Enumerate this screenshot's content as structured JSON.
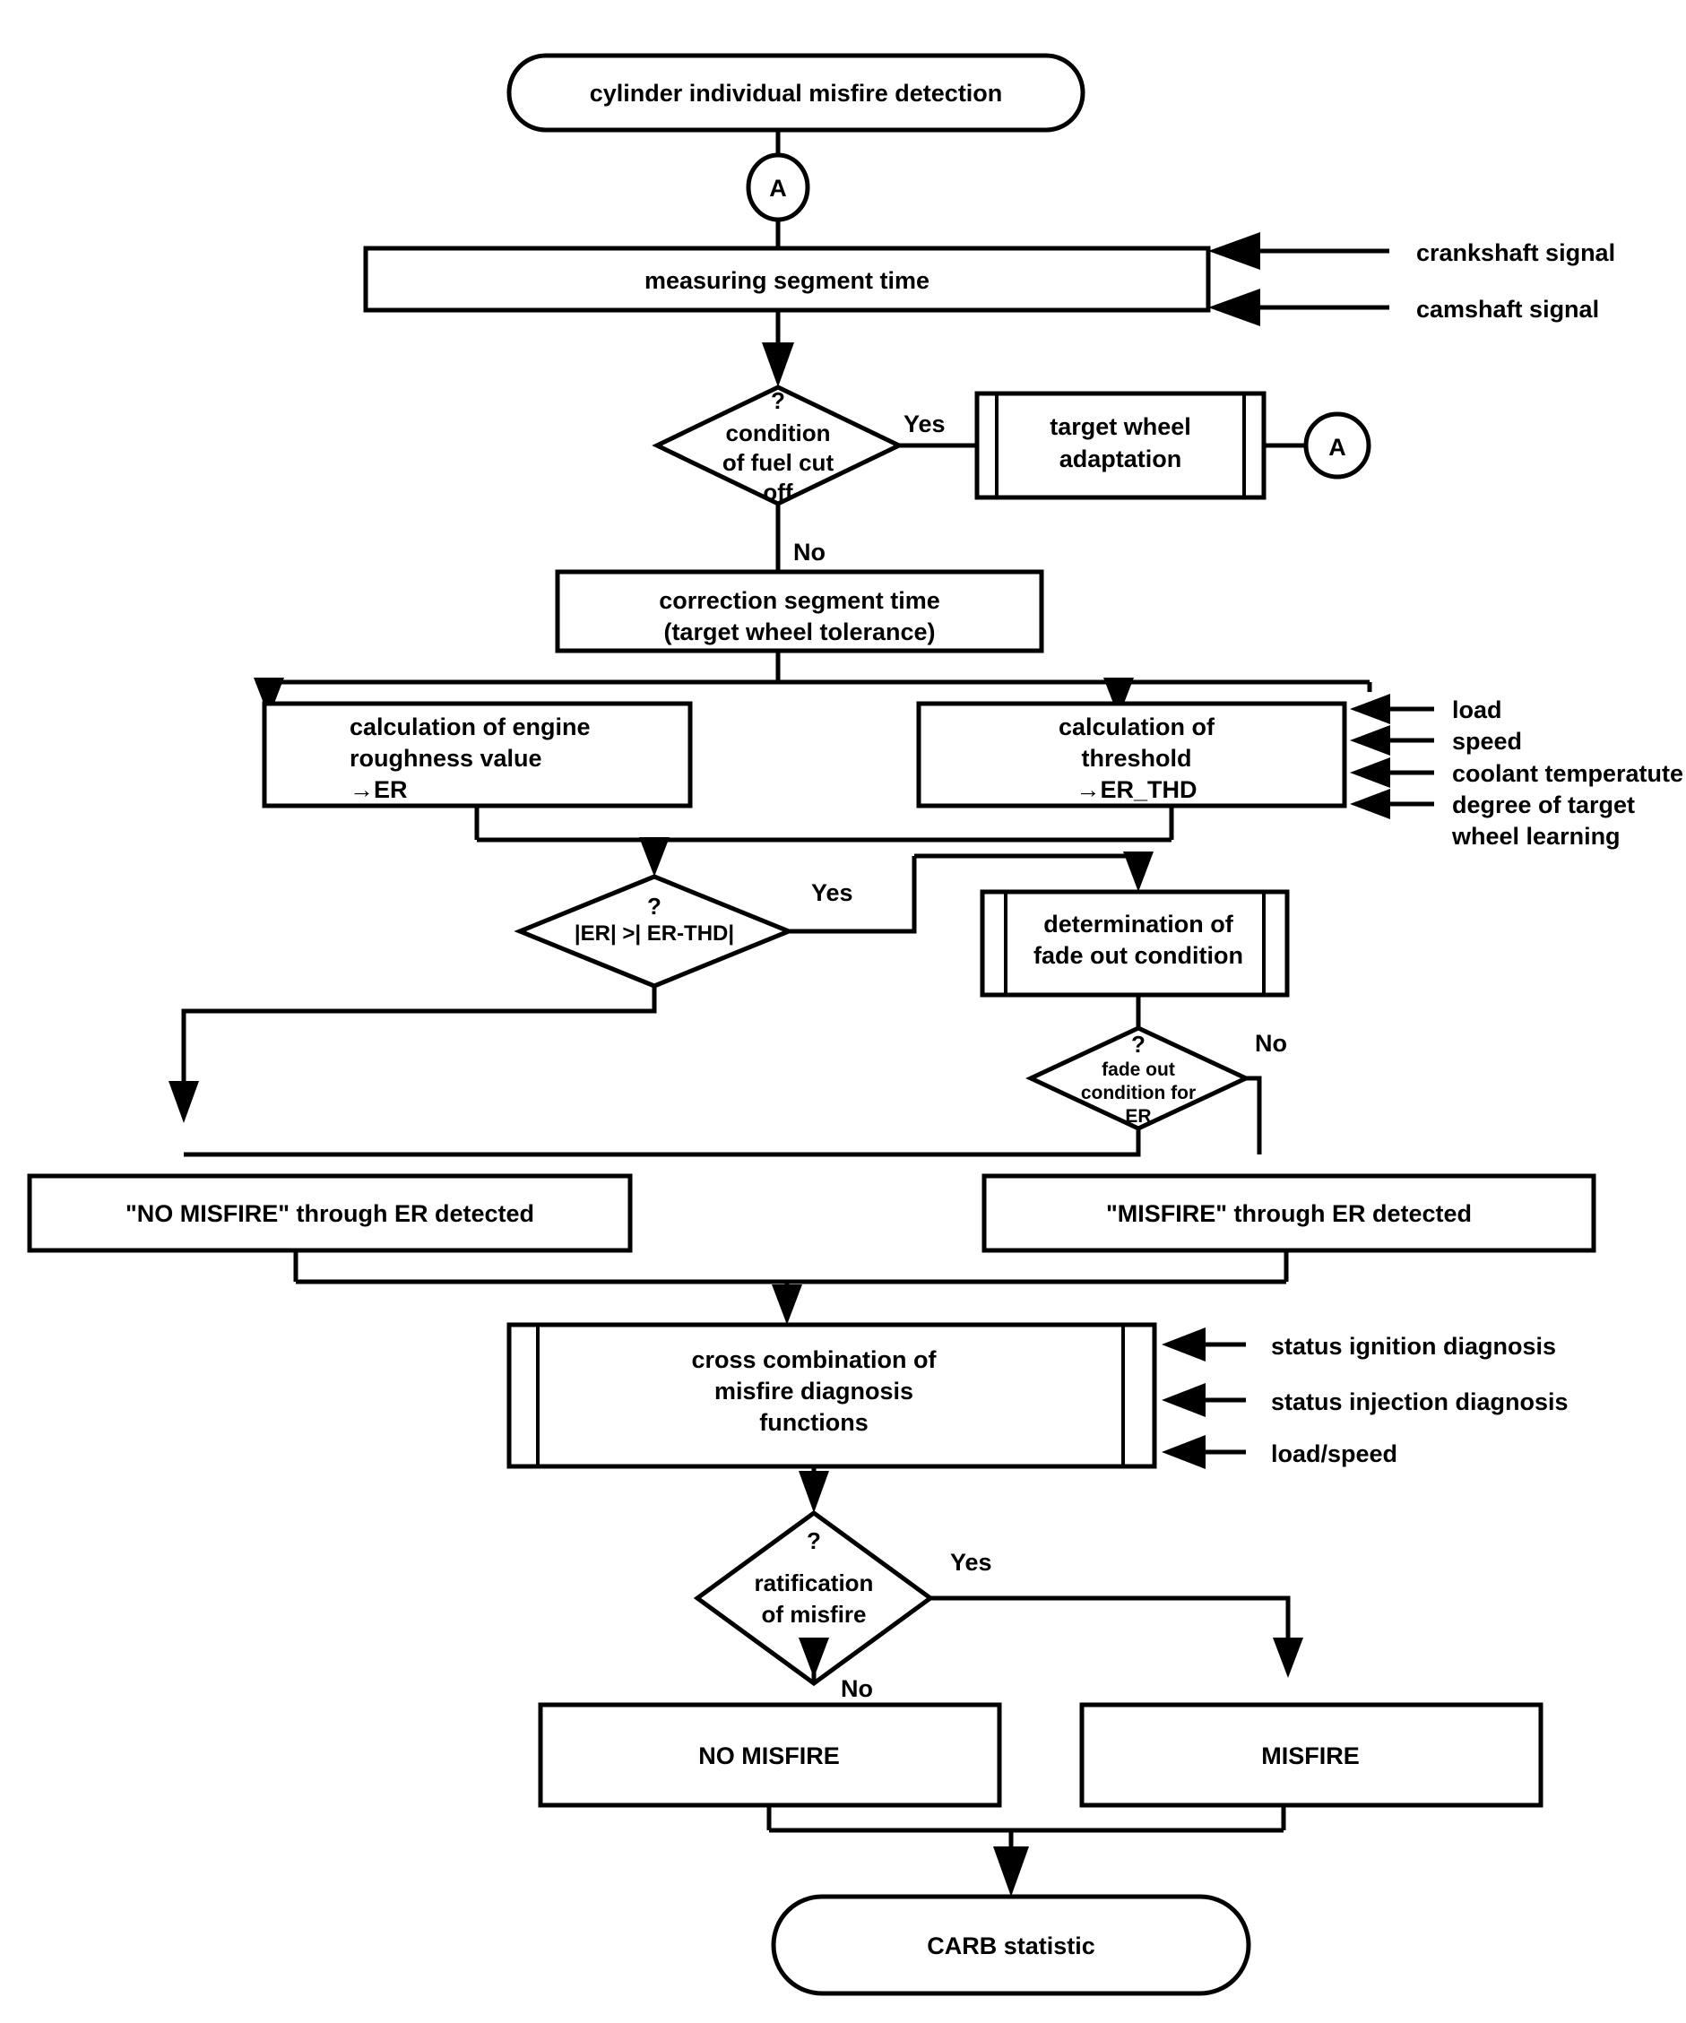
{
  "diagram": {
    "title": "cylinder individual misfire detection",
    "type": "flowchart",
    "nodes": {
      "start": {
        "label": "cylinder individual misfire detection",
        "shape": "terminator"
      },
      "connector_a_top": {
        "label": "A",
        "shape": "connector"
      },
      "connector_a_right": {
        "label": "A",
        "shape": "connector"
      },
      "measuring": {
        "label": "measuring segment time",
        "shape": "process"
      },
      "fuel_cut": {
        "label_q": "?",
        "line1": "condition",
        "line2": "of fuel cut",
        "line3": "off",
        "shape": "decision"
      },
      "target_wheel": {
        "line1": "target wheel",
        "line2": "adaptation",
        "shape": "predefined-process"
      },
      "correction": {
        "line1": "correction segment time",
        "line2": "(target wheel tolerance)",
        "shape": "process"
      },
      "calc_er": {
        "line1": "calculation of engine",
        "line2": "roughness value",
        "line3": "→ER",
        "shape": "process"
      },
      "calc_thd": {
        "line1": "calculation of",
        "line2": "threshold",
        "line3": "→ER_THD",
        "shape": "process"
      },
      "er_compare": {
        "label_q": "?",
        "line1": "|ER| >| ER-THD|",
        "shape": "decision"
      },
      "determination": {
        "line1": "determination of",
        "line2": "fade out condition",
        "shape": "predefined-process"
      },
      "fade_out": {
        "label_q": "?",
        "line1": "fade out",
        "line2": "condition for",
        "line3": "ER",
        "shape": "decision"
      },
      "no_misfire_er": {
        "label": "\"NO MISFIRE\" through ER detected",
        "shape": "process"
      },
      "misfire_er": {
        "label": "\"MISFIRE\" through ER detected",
        "shape": "process"
      },
      "cross_comb": {
        "line1": "cross combination of",
        "line2": "misfire diagnosis",
        "line3": "functions",
        "shape": "predefined-process"
      },
      "ratification": {
        "label_q": "?",
        "line1": "ratification",
        "line2": "of misfire",
        "shape": "decision"
      },
      "no_misfire": {
        "label": "NO MISFIRE",
        "shape": "process"
      },
      "misfire": {
        "label": "MISFIRE",
        "shape": "process"
      },
      "carb": {
        "label": "CARB statistic",
        "shape": "terminator"
      }
    },
    "edge_labels": {
      "fuel_cut_yes": "Yes",
      "fuel_cut_no": "No",
      "er_compare_yes": "Yes",
      "fade_out_no": "No",
      "ratification_yes": "Yes",
      "ratification_no": "No"
    },
    "inputs": {
      "measuring": [
        {
          "label": "crankshaft signal"
        },
        {
          "label": "camshaft signal"
        }
      ],
      "calc_thd": [
        {
          "label": "load"
        },
        {
          "label": "speed"
        },
        {
          "label": "coolant temperatute"
        },
        {
          "label": "degree of target",
          "label2": "wheel learning"
        }
      ],
      "cross_comb": [
        {
          "label": "status ignition diagnosis"
        },
        {
          "label": "status injection diagnosis"
        },
        {
          "label": "load/speed"
        }
      ]
    },
    "colors": {
      "stroke": "#000000",
      "fill": "#ffffff",
      "text": "#000000"
    }
  }
}
